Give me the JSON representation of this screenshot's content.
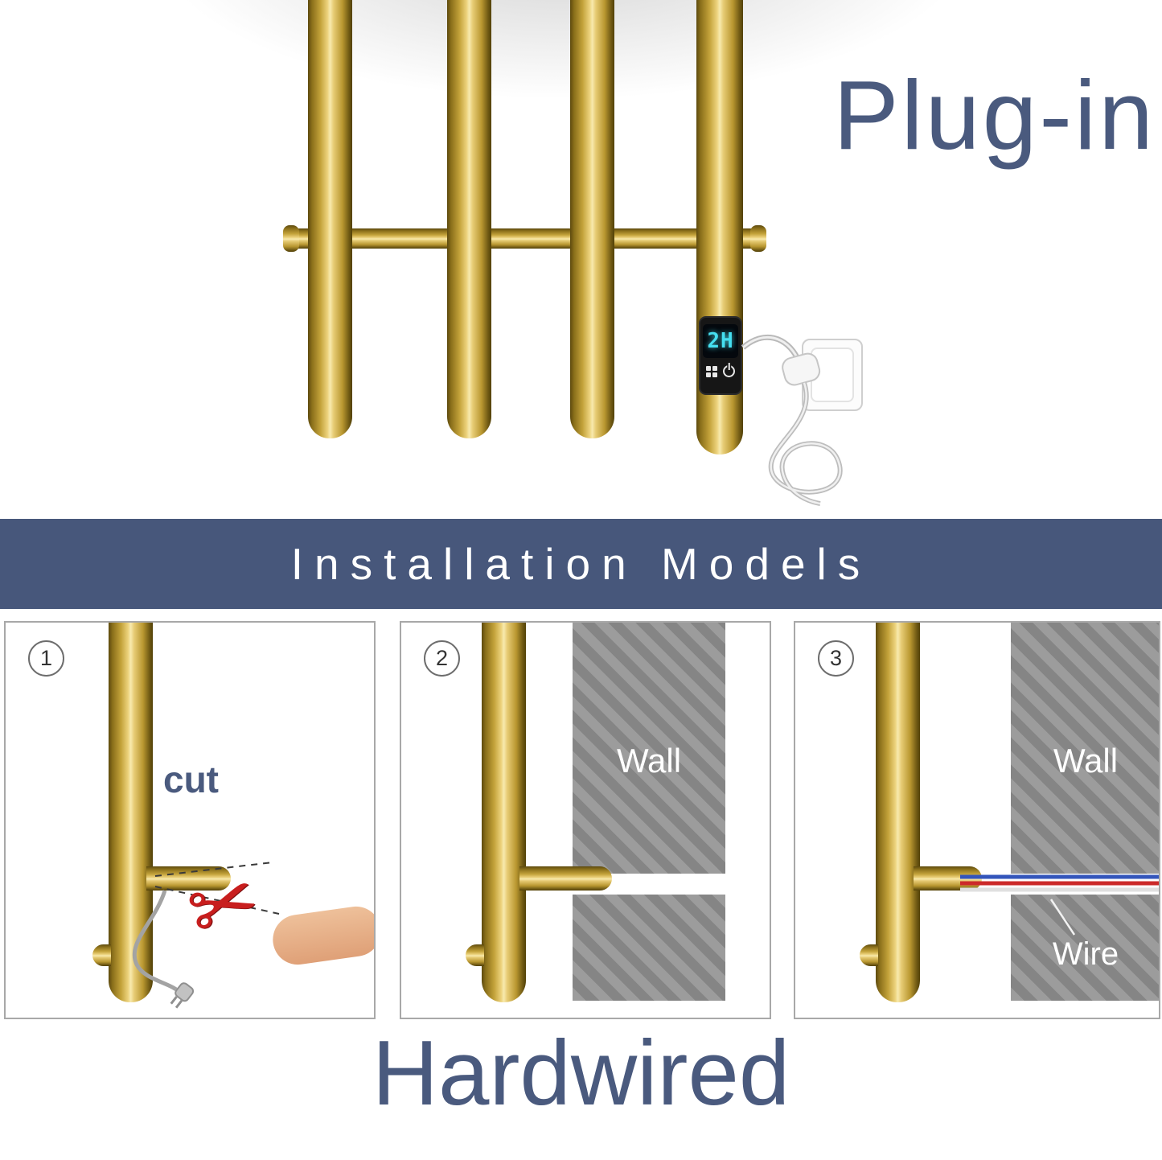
{
  "hero": {
    "title": "Plug-in",
    "display": {
      "time": "2H"
    }
  },
  "banner": {
    "title": "Installation Models"
  },
  "panels": [
    {
      "number": "1",
      "label": "cut"
    },
    {
      "number": "2",
      "label": "Wall"
    },
    {
      "number": "3",
      "label": "Wall",
      "wire_label": "Wire"
    }
  ],
  "footer": {
    "title": "Hardwired"
  },
  "icons": {
    "scissors": "✂"
  },
  "colors": {
    "accent": "#47577b",
    "gold_dark": "#6e5813",
    "gold_light": "#f8eaae",
    "display_cyan": "#45dff0",
    "scissors_red": "#c81e1e",
    "wall_gray": "#8f8f8f",
    "wire_blue": "#3355bb",
    "wire_red": "#cc2a2a",
    "wire_white": "#e6e6e6"
  }
}
